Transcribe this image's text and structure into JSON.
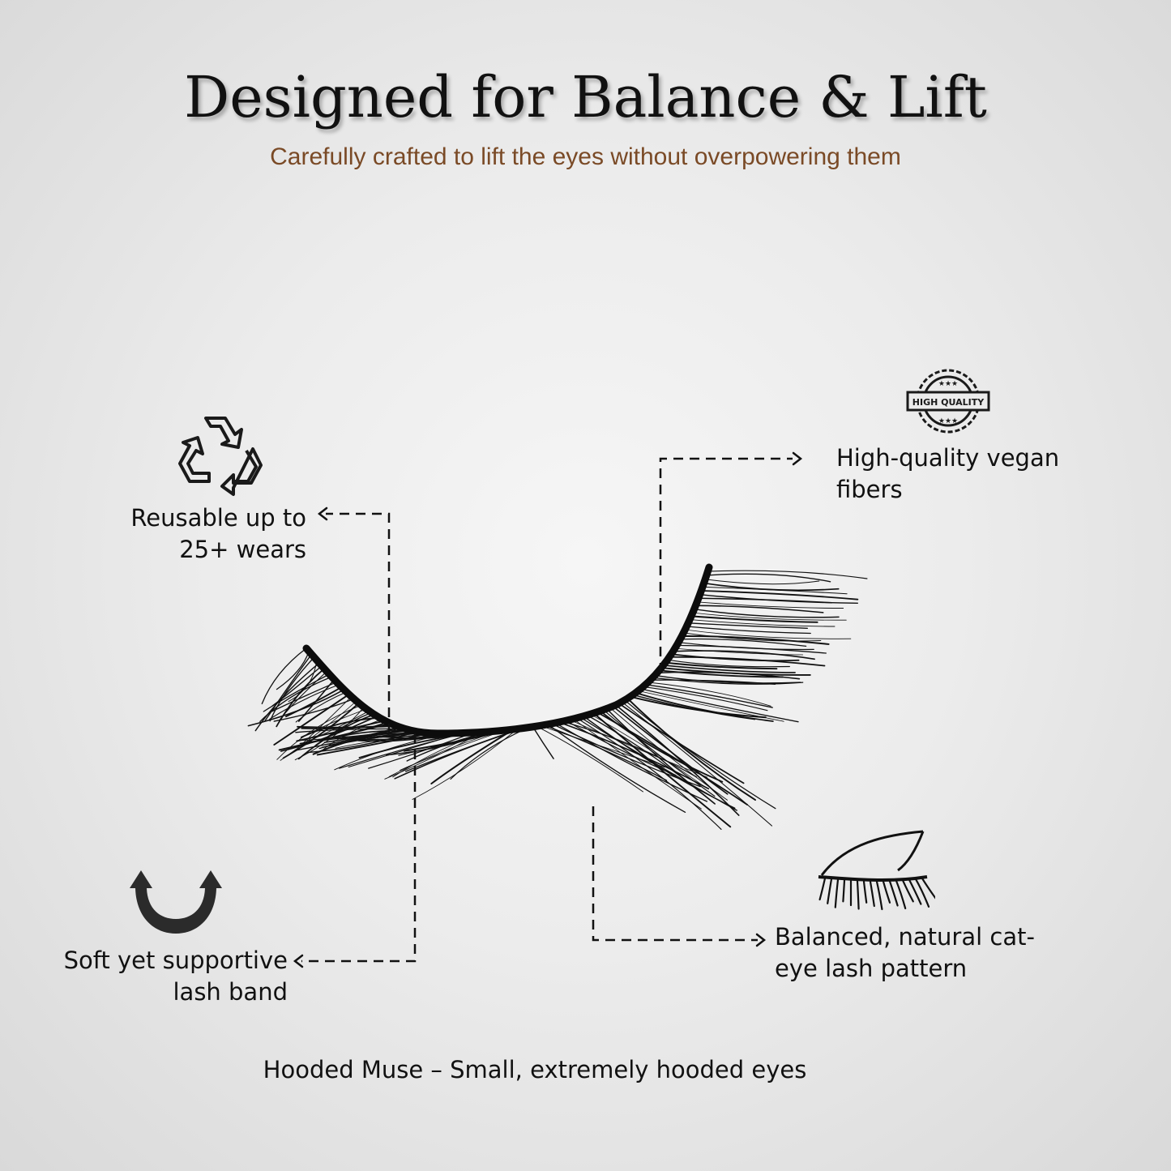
{
  "header": {
    "title": "Designed for Balance & Lift",
    "subtitle": "Carefully crafted to lift the eyes without overpowering them"
  },
  "features": {
    "reusable": {
      "text": "Reusable up to\n25+ wears",
      "icon": "recycle-icon"
    },
    "vegan": {
      "text": "High-quality vegan\nfibers",
      "icon": "high-quality-badge-icon",
      "badge_text": "HIGH QUALITY"
    },
    "band": {
      "text": "Soft yet supportive\nlash band",
      "icon": "curved-arrow-icon"
    },
    "cateye": {
      "text": "Balanced, natural cat-\neye lash pattern",
      "icon": "eye-lash-icon"
    }
  },
  "caption": "Hooded Muse – Small, extremely hooded eyes",
  "colors": {
    "title": "#111111",
    "subtitle": "#7a4a26",
    "lash": "#111111",
    "background": "#ececec"
  }
}
